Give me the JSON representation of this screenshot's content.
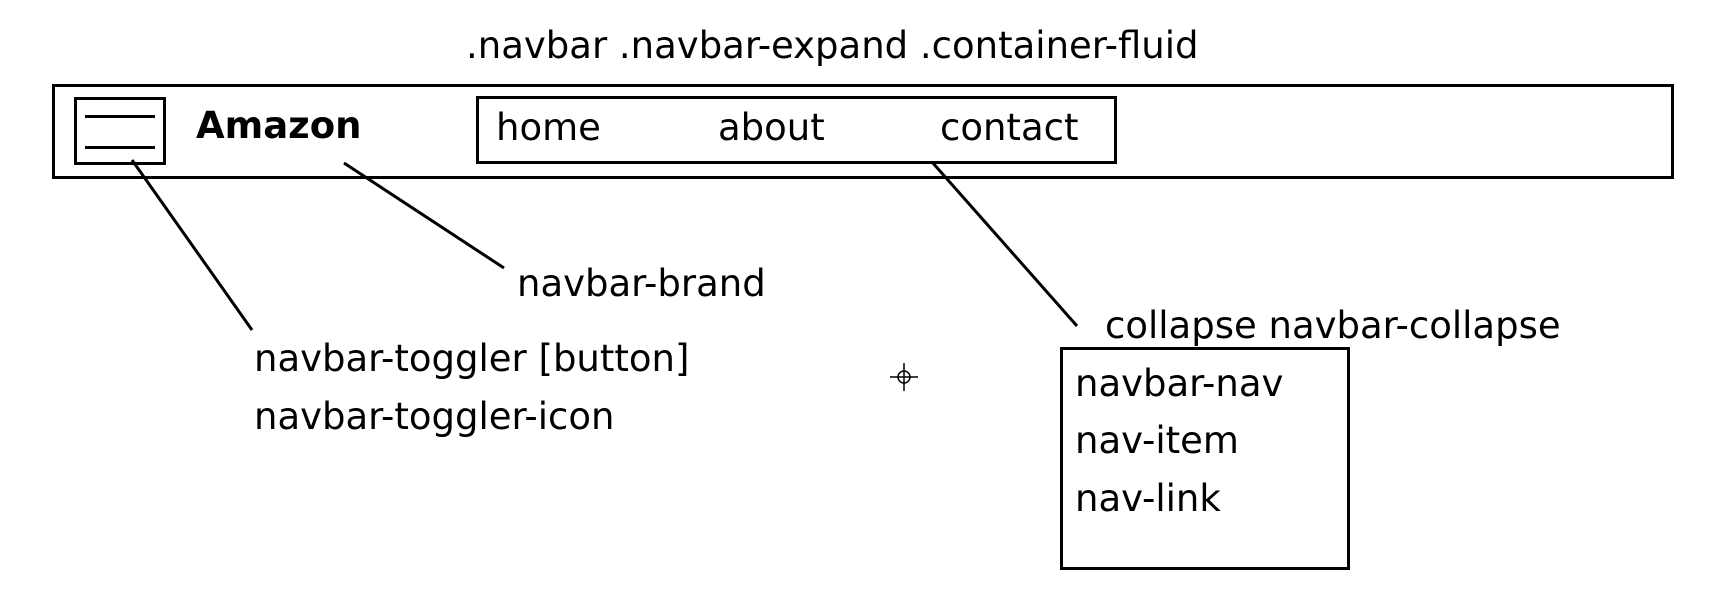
{
  "header_label": ".navbar .navbar-expand  .container-fluid",
  "navbar": {
    "brand": "Amazon",
    "links": [
      "home",
      "about",
      "contact"
    ]
  },
  "annotations": {
    "brand": "navbar-brand",
    "toggler_line1": "navbar-toggler [button]",
    "toggler_line2": "navbar-toggler-icon",
    "collapse": "collapse  navbar-collapse",
    "nav_classes": [
      "navbar-nav",
      "nav-item",
      "nav-link"
    ]
  }
}
